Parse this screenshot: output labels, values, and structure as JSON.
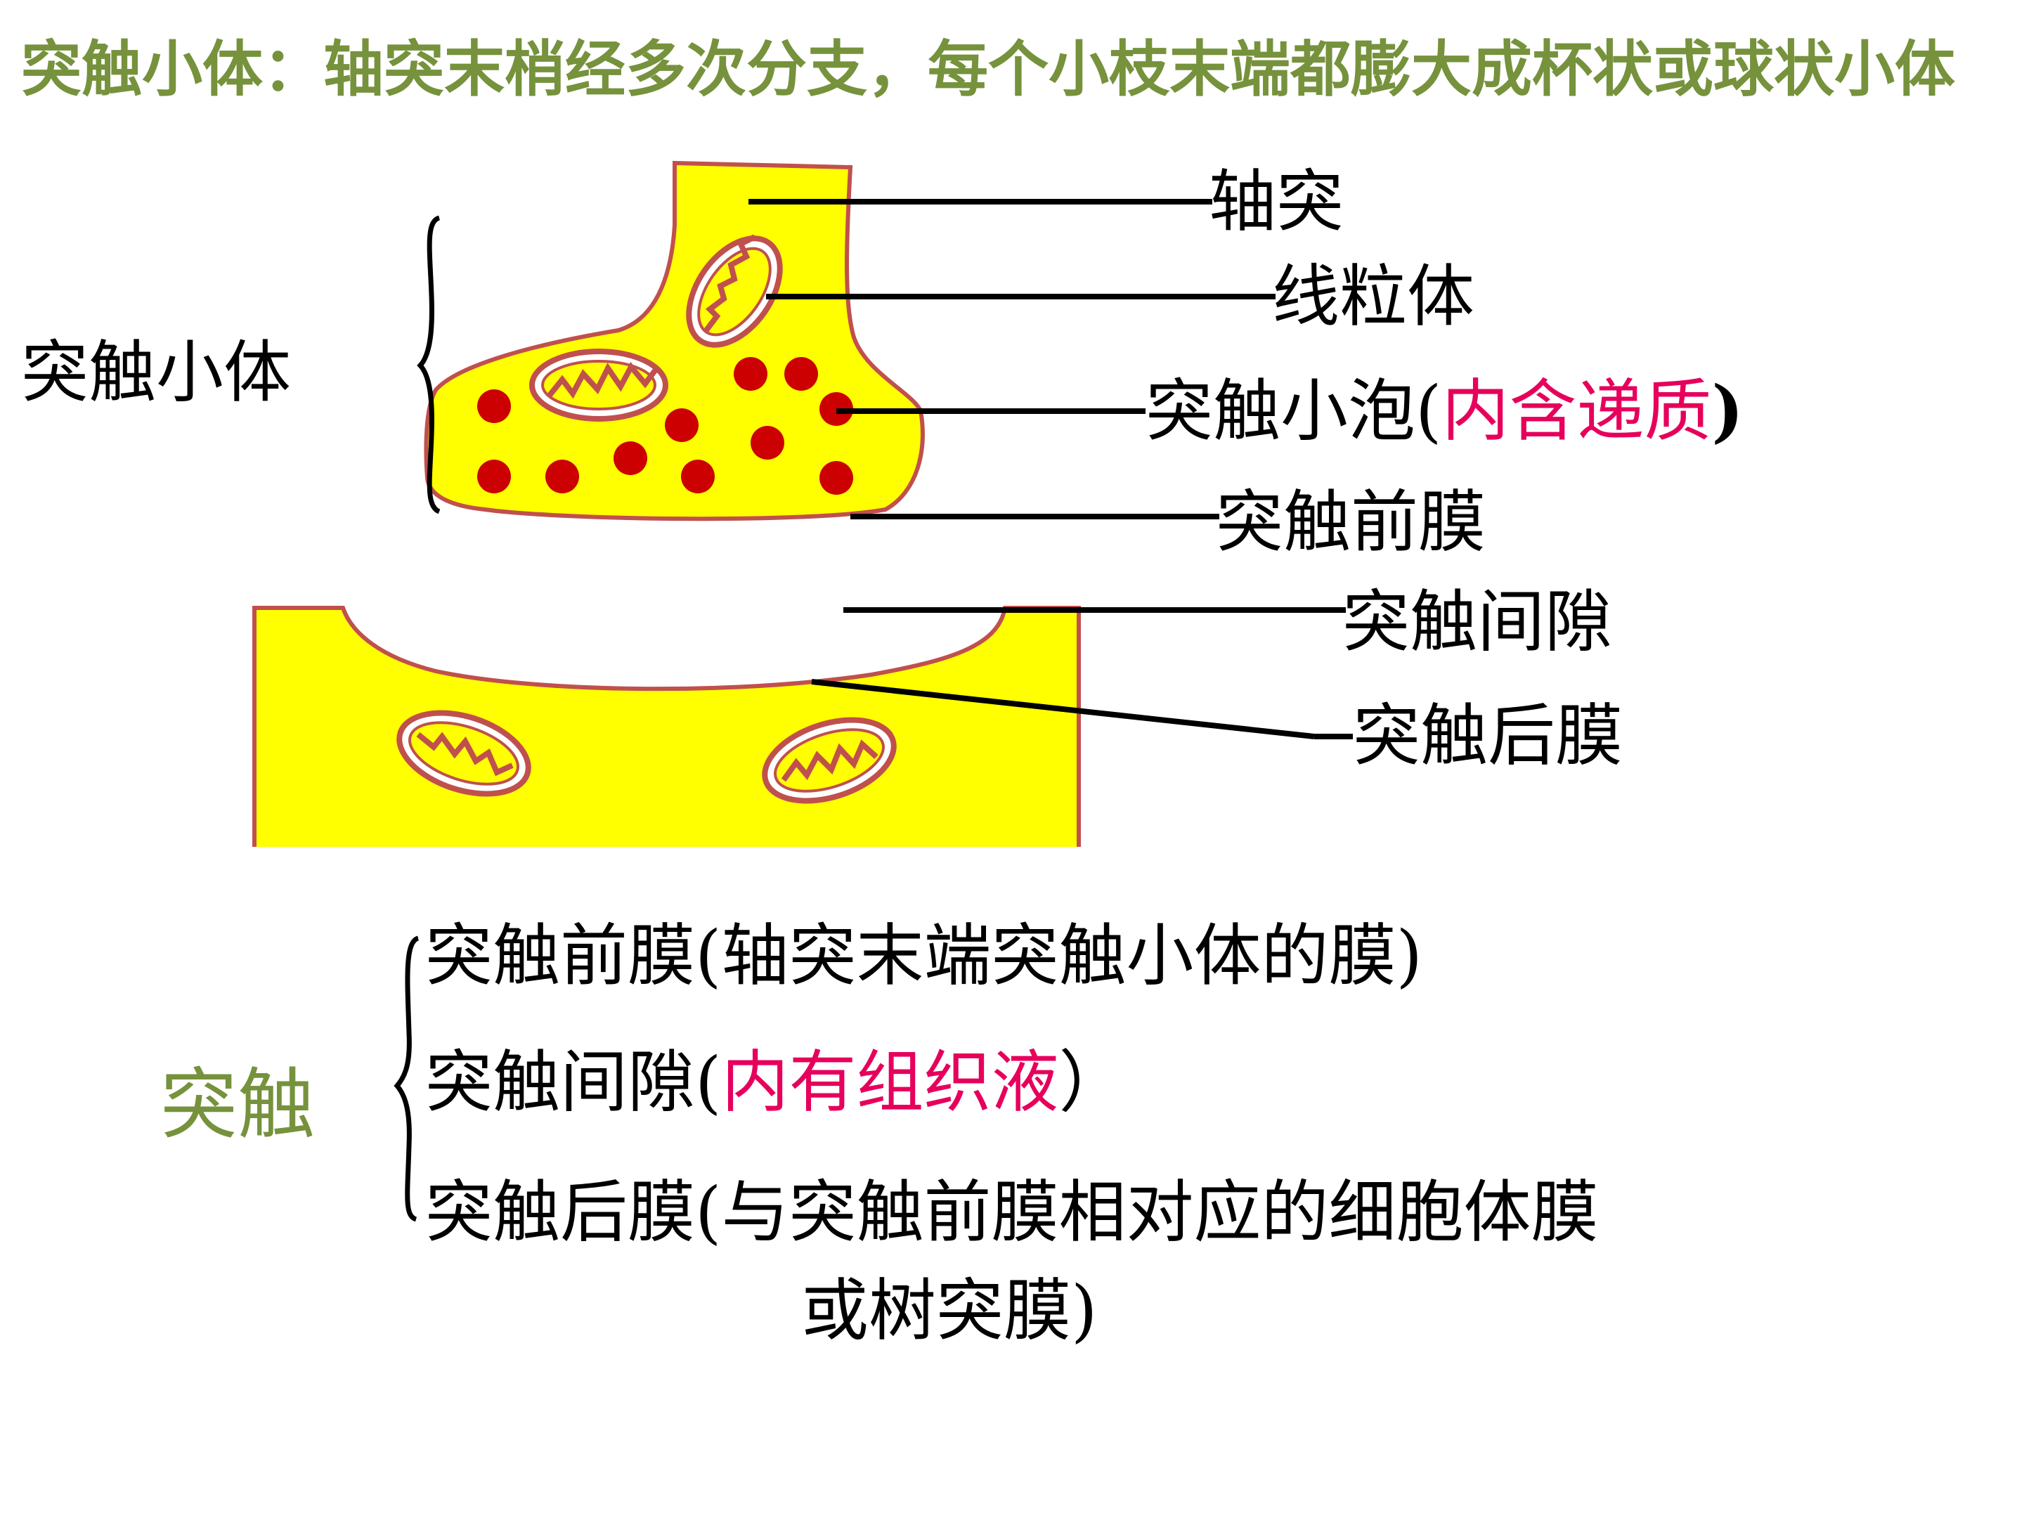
{
  "heading": "突触小体：轴突末梢经多次分支，每个小枝末端都膨大成杯状或球状小体",
  "diagram": {
    "bracket_label": "突触小体",
    "labels": {
      "axon": "轴突",
      "mitochondria": "线粒体",
      "vesicle": "突触小泡(",
      "vesicle_note": "内含递质",
      "vesicle_close": ")",
      "presynaptic": "突触前膜",
      "cleft": "突触间隙",
      "postsynaptic": "突触后膜"
    }
  },
  "synapse": {
    "title": "突触",
    "items": [
      {
        "text": "突触前膜(轴突末端突触小体的膜)"
      },
      {
        "text": "突触间隙(",
        "note": "内有组织液",
        "close": "）"
      },
      {
        "text": "突触后膜(与突触前膜相对应的细胞体膜",
        "line2": "或树突膜)"
      }
    ]
  },
  "colors": {
    "heading": "#76923c",
    "cell_fill": "#ffff00",
    "membrane": "#c0504d",
    "vesicle": "#cc0000",
    "highlight": "#e6005c"
  }
}
